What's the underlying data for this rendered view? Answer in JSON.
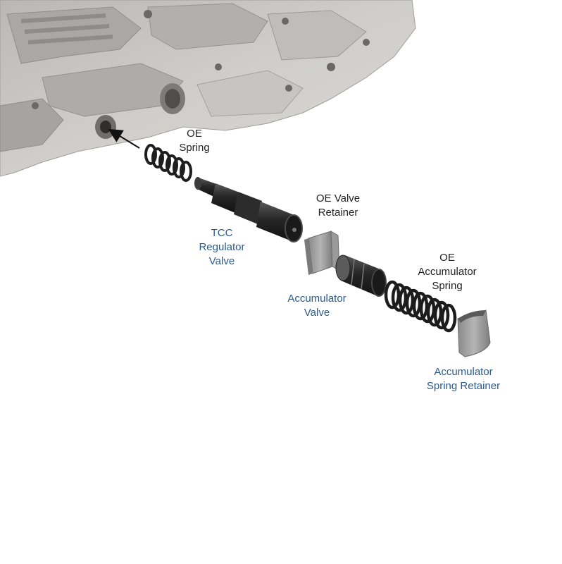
{
  "labels": {
    "oe_spring": [
      "OE",
      "Spring"
    ],
    "tcc_regulator_valve": [
      "TCC",
      "Regulator",
      "Valve"
    ],
    "oe_valve_retainer": [
      "OE Valve",
      "Retainer"
    ],
    "accumulator_valve": [
      "Accumulator",
      "Valve"
    ],
    "oe_accumulator_spring": [
      "OE",
      "Accumulator",
      "Spring"
    ],
    "accumulator_spring_retainer": [
      "Accumulator",
      "Spring Retainer"
    ]
  },
  "colors": {
    "oe_label": "#222222",
    "part_label": "#2b5a8a",
    "valve_body": "#c4c3bf",
    "metal_dark": "#2a2a2a"
  }
}
